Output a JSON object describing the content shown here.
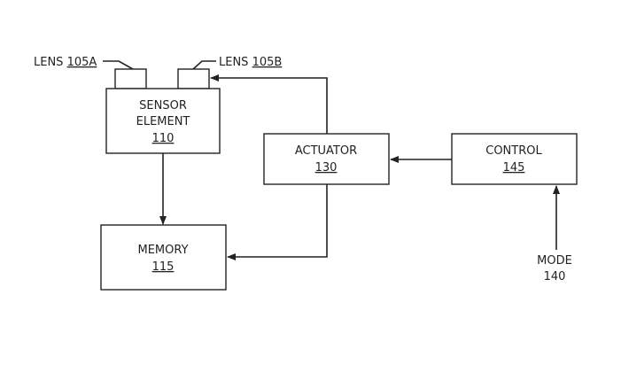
{
  "diagram": {
    "lens_a": {
      "label": "LENS ",
      "ref": "105A"
    },
    "lens_b": {
      "label": "LENS ",
      "ref": "105B"
    },
    "sensor": {
      "line1": "SENSOR",
      "line2": "ELEMENT",
      "ref": "110"
    },
    "memory": {
      "line1": "MEMORY",
      "ref": "115"
    },
    "actuator": {
      "line1": "ACTUATOR",
      "ref": "130"
    },
    "control": {
      "line1": "CONTROL",
      "ref": "145"
    },
    "mode": {
      "line1": "MODE",
      "line2": "140"
    }
  }
}
